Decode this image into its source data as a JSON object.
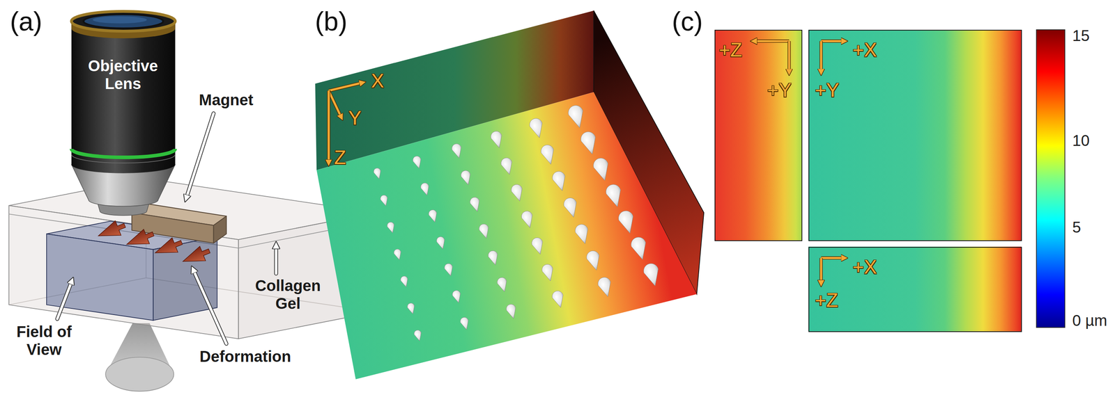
{
  "diagram": {
    "nodes": [
      {
        "text": [
          "+Z",
          "+Y"
        ]
      },
      {
        "text": [
          "+X",
          "+Y"
        ]
      },
      {
        "text": [
          "+X",
          "+Z"
        ]
      }
    ],
    "labels": [
      "(a)",
      "Objective Lens",
      "Magnet",
      "Collagen Gel",
      "Field of View",
      "Deformation",
      "(b)",
      "X",
      "Y",
      "Z",
      "(c)",
      "15",
      "10",
      "5",
      "0 µm"
    ]
  }
}
